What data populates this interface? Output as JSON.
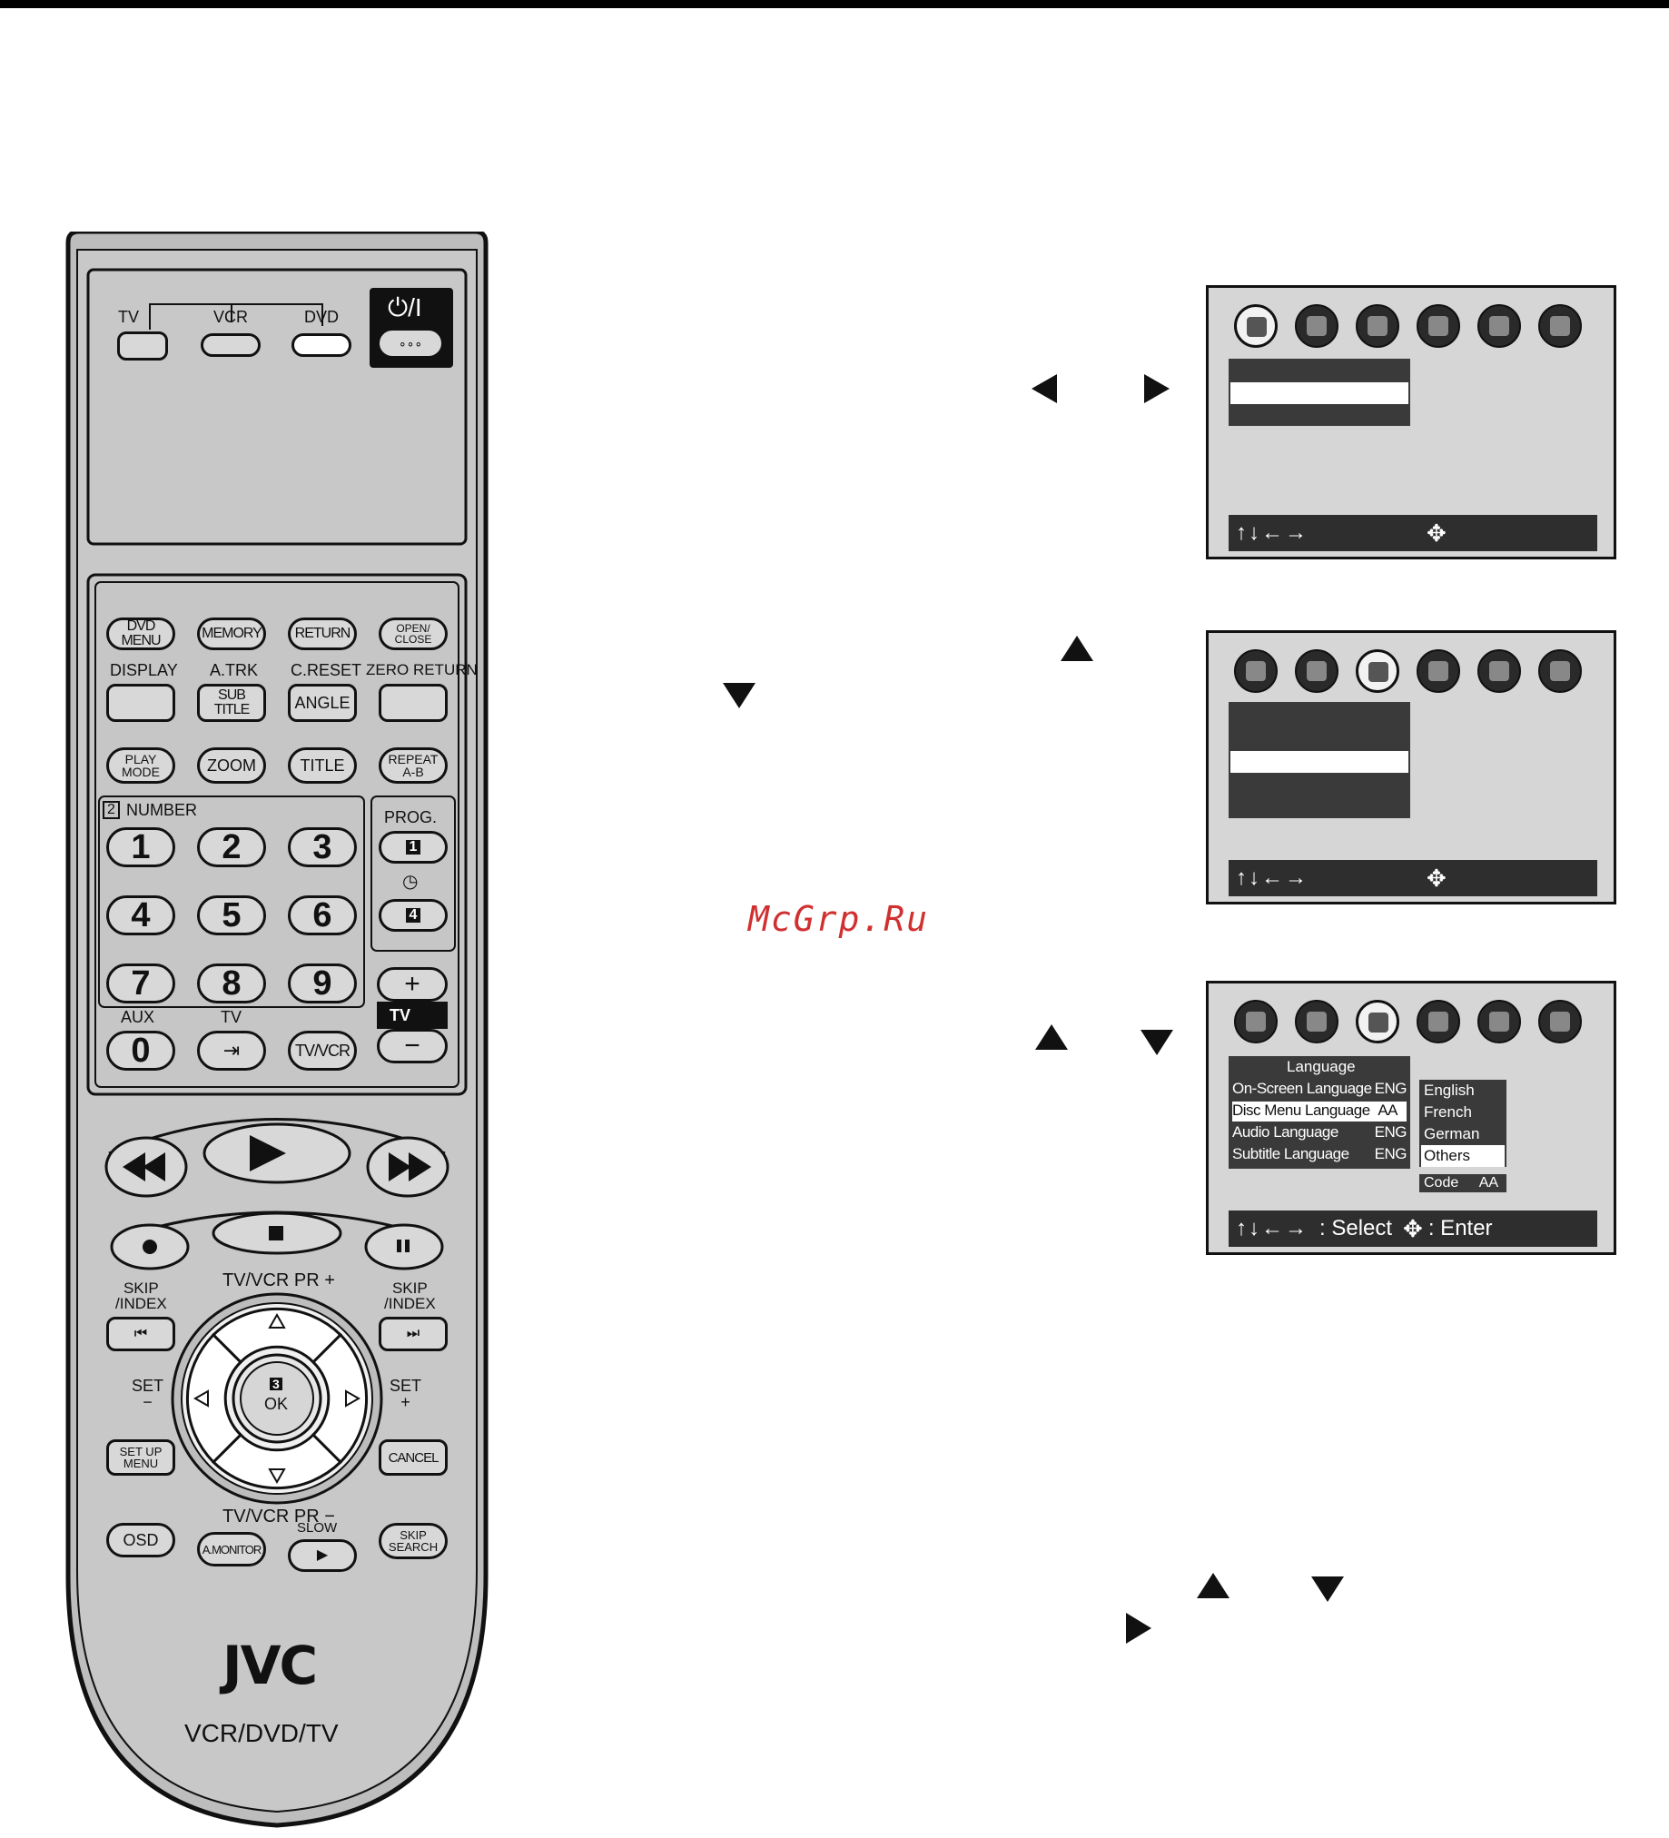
{
  "remote": {
    "mode_labels": {
      "tv": "TV",
      "vcr": "VCR",
      "dvd": "DVD"
    },
    "power_label": "⏻/I",
    "buttons_row1": [
      "DVD MENU",
      "MEMORY",
      "RETURN",
      "OPEN/\nCLOSE"
    ],
    "labels_row2": [
      "DISPLAY",
      "A.TRK",
      "C.RESET",
      "ZERO RETURN"
    ],
    "buttons_row2": [
      "SUB TITLE",
      "ANGLE"
    ],
    "buttons_row3": [
      "PLAY\nMODE",
      "ZOOM",
      "TITLE",
      "REPEAT\nA-B"
    ],
    "number_header": "NUMBER",
    "number_badge": "2",
    "prog_label": "PROG.",
    "prog_buttons": [
      "1",
      "4"
    ],
    "numbers": [
      "1",
      "2",
      "3",
      "4",
      "5",
      "6",
      "7",
      "8",
      "9",
      "0"
    ],
    "aux_label": "AUX",
    "tv_input_label": "TV",
    "tvvcr_label": "TV/VCR",
    "vol_plus": "+",
    "vol_minus": "−",
    "tv_vol_label": "TV",
    "skip_index": "SKIP\n/INDEX",
    "tvvcr_pr_plus": "TV/VCR PR +",
    "tvvcr_pr_minus": "TV/VCR PR −",
    "set_minus": "SET\n−",
    "set_plus": "SET\n+",
    "ok_label": "OK",
    "ok_badge": "3",
    "setup_menu": "SET UP\nMENU",
    "cancel": "CANCEL",
    "osd": "OSD",
    "amonitor": "A.MONITOR",
    "slow": "SLOW",
    "skip_search": "SKIP\nSEARCH",
    "brand": "JVC",
    "model": "VCR/DVD/TV"
  },
  "screens": {
    "bottom_arrows": "↑↓←→",
    "screen3": {
      "title": "Language",
      "rows": [
        {
          "label": "On-Screen Language",
          "value": "ENG"
        },
        {
          "label": "Disc Menu Language",
          "value": "AA"
        },
        {
          "label": "Audio Language",
          "value": "ENG"
        },
        {
          "label": "Subtitle Language",
          "value": "ENG"
        }
      ],
      "options": [
        "English",
        "French",
        "German",
        "Others"
      ],
      "code_label": "Code",
      "code_value": "AA",
      "select_text": ": Select",
      "enter_text": ": Enter"
    }
  },
  "watermark": "McGrp.Ru"
}
